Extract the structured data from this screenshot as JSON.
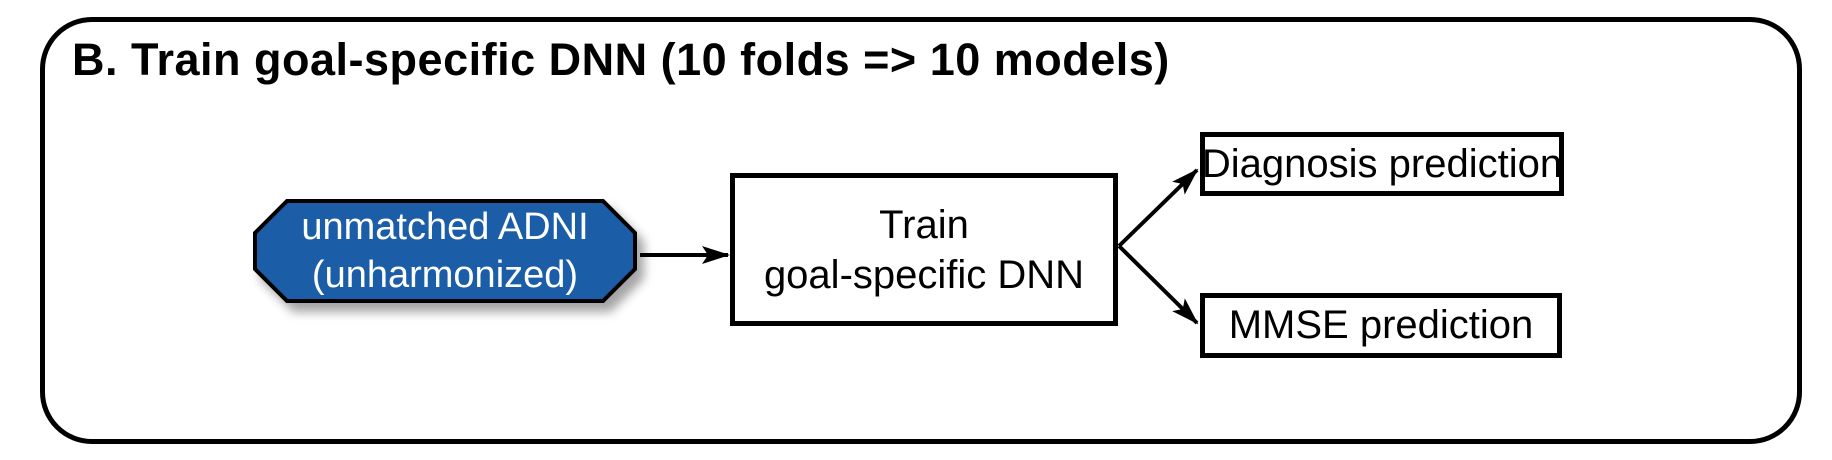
{
  "panel": {
    "title": "B. Train goal-specific DNN (10 folds => 10 models)"
  },
  "nodes": {
    "input": {
      "line1": "unmatched ADNI",
      "line2": "(unharmonized)",
      "fill": "#1B5DA7",
      "text_color": "#FFFFFF"
    },
    "train": {
      "line1": "Train",
      "line2": "goal-specific DNN"
    },
    "diagnosis": {
      "label": "Diagnosis prediction"
    },
    "mmse": {
      "label": "MMSE prediction"
    }
  },
  "connections": [
    {
      "from": "input",
      "to": "train"
    },
    {
      "from": "train",
      "to": "diagnosis"
    },
    {
      "from": "train",
      "to": "mmse"
    }
  ],
  "colors": {
    "border": "#000000",
    "background": "#FFFFFF",
    "accent_blue": "#1B5DA7"
  }
}
